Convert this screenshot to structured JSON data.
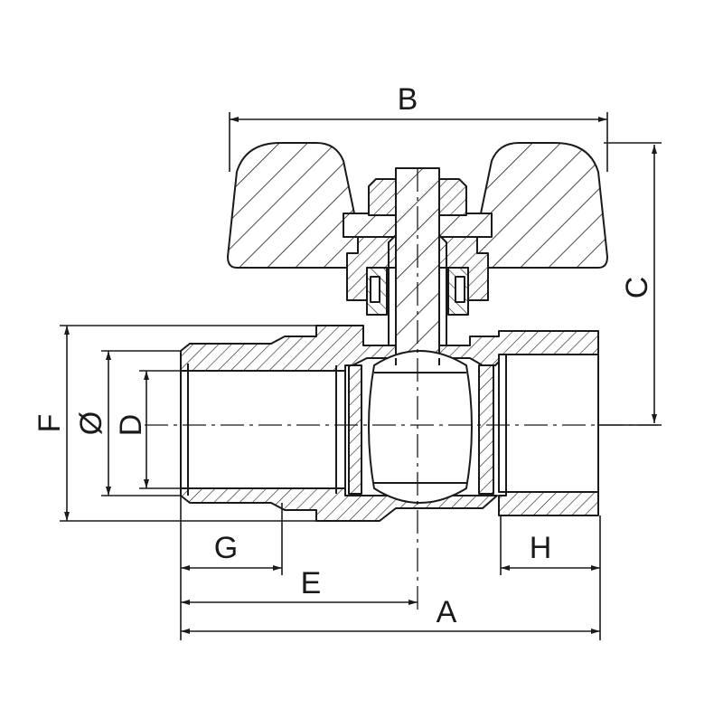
{
  "drawing": {
    "line_color": "#1a1a1a",
    "hatch_color": "#1a1a1a",
    "background": "#ffffff",
    "labels": {
      "A": "A",
      "B": "B",
      "C": "C",
      "D": "D",
      "E": "E",
      "F": "F",
      "G": "G",
      "H": "H",
      "dia": "Ø"
    }
  }
}
